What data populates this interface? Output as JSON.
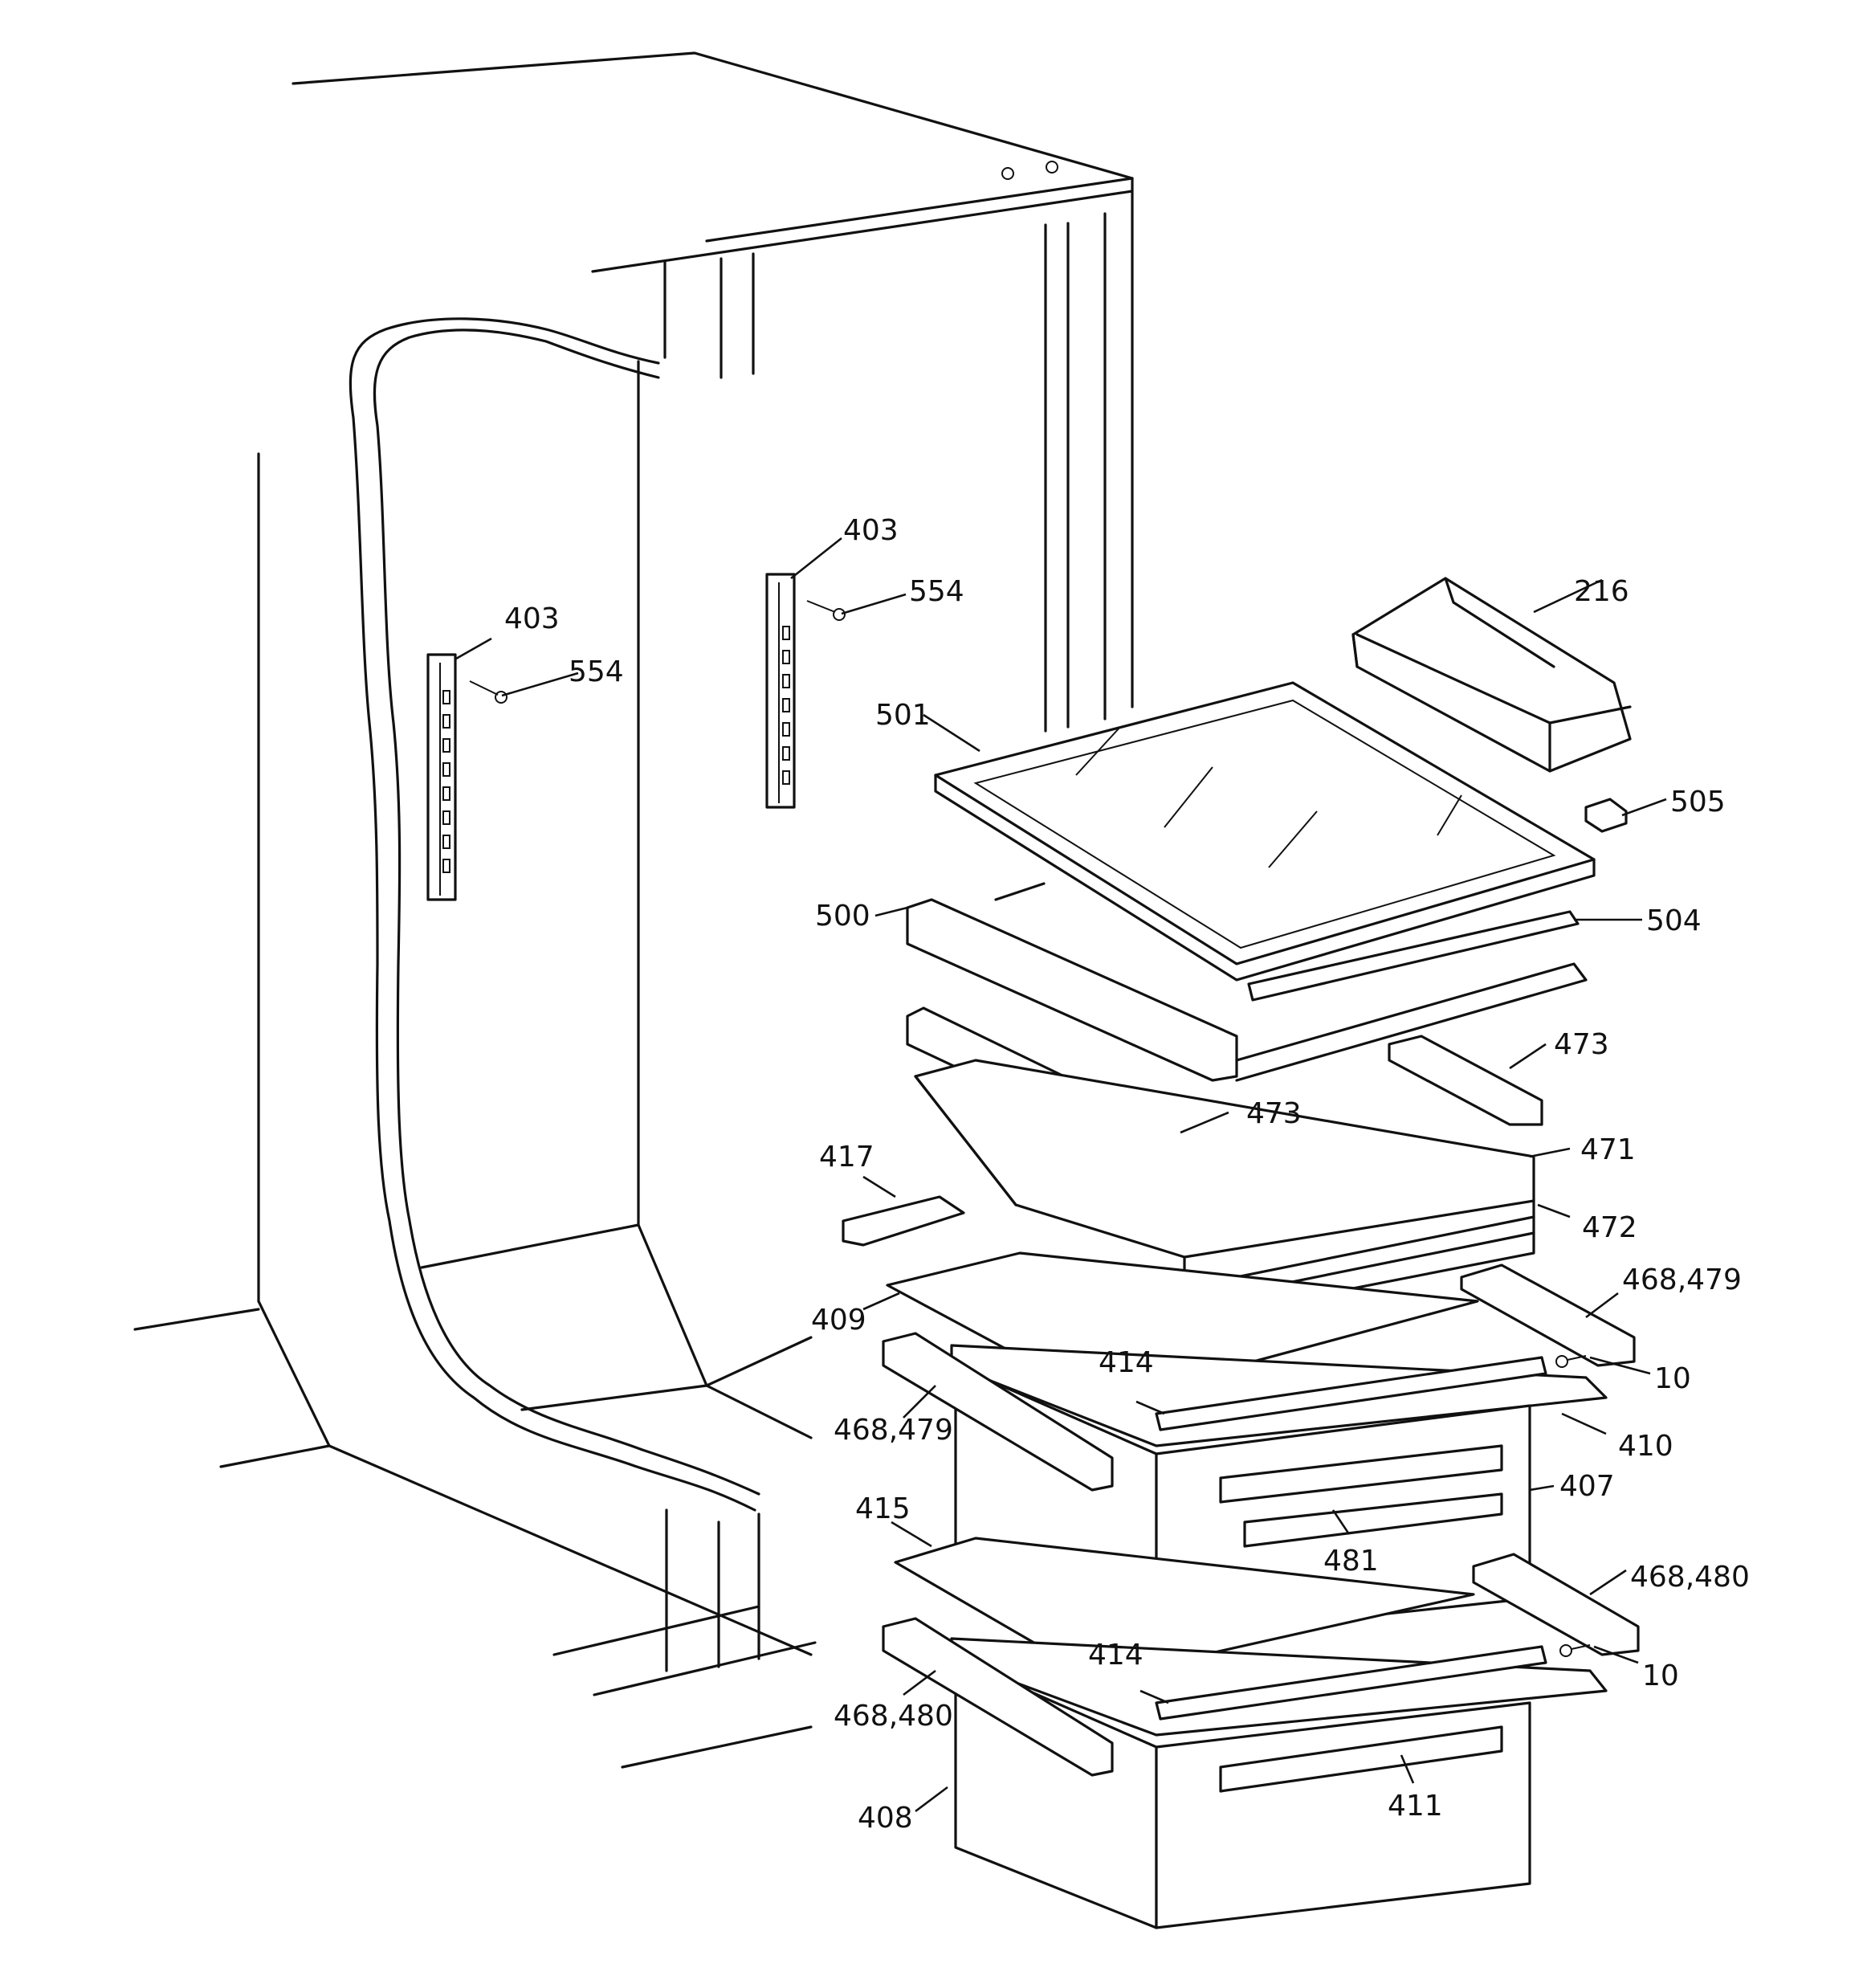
{
  "callouts": [
    {
      "id": "c-216",
      "text": "216"
    },
    {
      "id": "c-403a",
      "text": "403"
    },
    {
      "id": "c-403b",
      "text": "403"
    },
    {
      "id": "c-554a",
      "text": "554"
    },
    {
      "id": "c-554b",
      "text": "554"
    },
    {
      "id": "c-501",
      "text": "501"
    },
    {
      "id": "c-505",
      "text": "505"
    },
    {
      "id": "c-500",
      "text": "500"
    },
    {
      "id": "c-504",
      "text": "504"
    },
    {
      "id": "c-473a",
      "text": "473"
    },
    {
      "id": "c-473b",
      "text": "473"
    },
    {
      "id": "c-471",
      "text": "471"
    },
    {
      "id": "c-417",
      "text": "417"
    },
    {
      "id": "c-472",
      "text": "472"
    },
    {
      "id": "c-468-479a",
      "text": "468,479"
    },
    {
      "id": "c-409",
      "text": "409"
    },
    {
      "id": "c-414a",
      "text": "414"
    },
    {
      "id": "c-10a",
      "text": "10"
    },
    {
      "id": "c-468-479b",
      "text": "468,479"
    },
    {
      "id": "c-410",
      "text": "410"
    },
    {
      "id": "c-407",
      "text": "407"
    },
    {
      "id": "c-415",
      "text": "415"
    },
    {
      "id": "c-481",
      "text": "481"
    },
    {
      "id": "c-468-480a",
      "text": "468,480"
    },
    {
      "id": "c-414b",
      "text": "414"
    },
    {
      "id": "c-10b",
      "text": "10"
    },
    {
      "id": "c-468-480b",
      "text": "468,480"
    },
    {
      "id": "c-411",
      "text": "411"
    },
    {
      "id": "c-408",
      "text": "408"
    }
  ]
}
